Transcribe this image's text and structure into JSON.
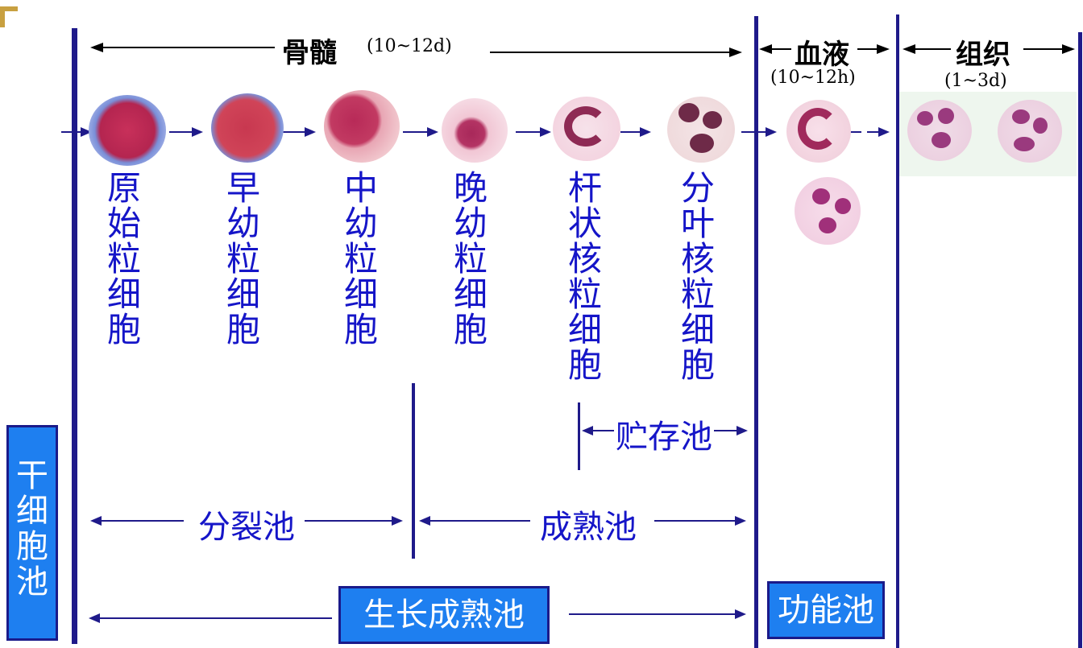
{
  "header": {
    "marrow_label": "骨髓",
    "marrow_time": "(10~12d)",
    "blood_label": "血液",
    "blood_time": "(10~12h)",
    "tissue_label": "组织",
    "tissue_time": "(1~3d)"
  },
  "cells": [
    {
      "name": "原始粒细胞"
    },
    {
      "name": "早幼粒细胞"
    },
    {
      "name": "中幼粒细胞"
    },
    {
      "name": "晚幼粒细胞"
    },
    {
      "name": "杆状核粒细胞"
    },
    {
      "name": "分叶核粒细胞"
    }
  ],
  "pools": {
    "storage": "贮存池",
    "division": "分裂池",
    "maturation": "成熟池",
    "growth_maturation": "生长成熟池",
    "functional": "功能池",
    "stem_cell": "干细胞池"
  },
  "colors": {
    "line": "#1f1a8a",
    "text_blue": "#1515c8",
    "box_fill": "#1e7ff0"
  }
}
